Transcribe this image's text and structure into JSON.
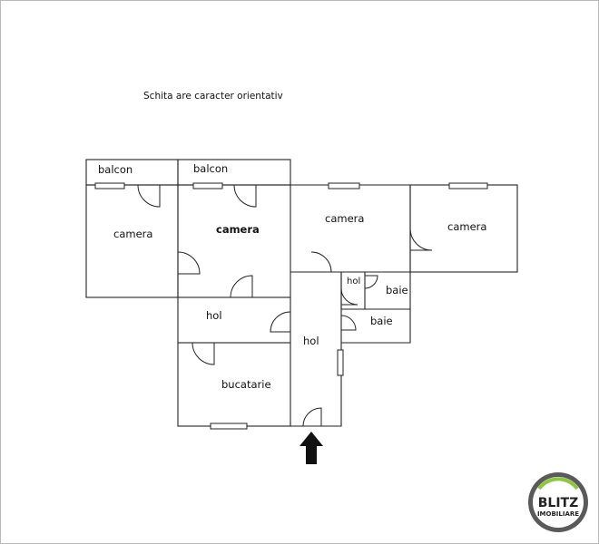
{
  "disclaimer": "Schita are caracter  orientativ",
  "rooms": {
    "balcon_left": "balcon",
    "balcon_right": "balcon",
    "camera_1": "camera",
    "camera_2": "camera",
    "camera_3": "camera",
    "camera_4": "camera",
    "hol_small": "hol",
    "baie_top": "baie",
    "baie_bottom": "baie",
    "hol_left": "hol",
    "hol_center": "hol",
    "bucatarie": "bucatarie"
  },
  "logo": {
    "line1": "BLITZ",
    "line2": "IMOBILIARE",
    "colors": {
      "ring": "#5a5a5a",
      "accent": "#8dc63f",
      "text": "#222222"
    }
  },
  "entrance_icon": "entrance-arrow-icon"
}
